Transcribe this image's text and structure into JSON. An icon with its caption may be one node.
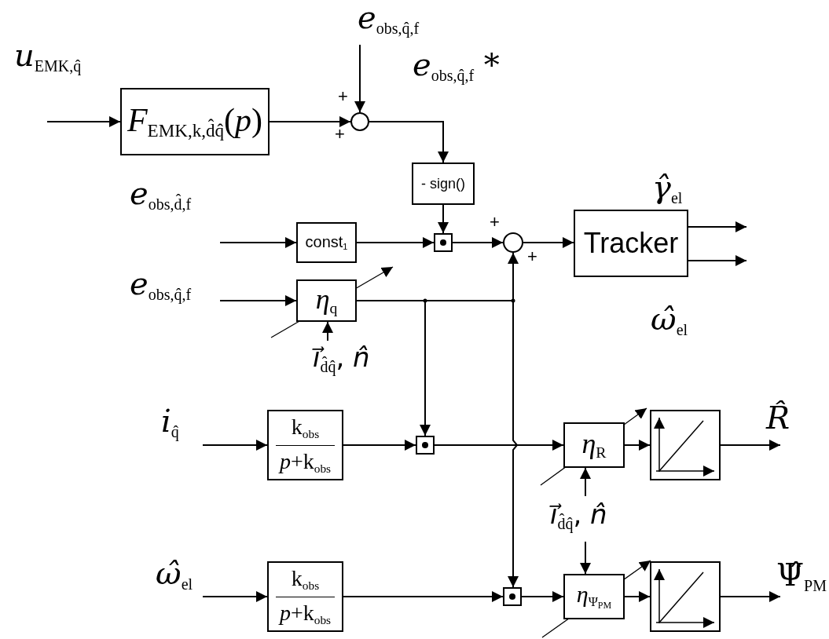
{
  "diagram": {
    "nodes": [
      {
        "text": [
          "*u*$_{EMK,q̂}$"
        ]
      },
      {
        "text": [
          "*F*$_{EMK,k,d̂q̂}$(*p*)"
        ]
      },
      {
        "text": [
          "*e*$_{obs,q̂,f}$"
        ]
      },
      {
        "text": [],
        "shape": "circle"
      },
      {
        "text": [
          "- sign()"
        ]
      },
      {
        "text": [
          "*e*$_{obs,d̂,f}$"
        ]
      },
      {
        "text": [
          "const$_{1}$"
        ]
      },
      {
        "text": [],
        "shape": "box"
      },
      {
        "text": [],
        "shape": "circle"
      },
      {
        "text": [
          "Tracker"
        ],
        "beside": [
          "*γ̂*$_{el}$",
          "*ω̂*$_{el}$"
        ]
      },
      {
        "text": [
          "*e*$_{obs,q̂,f}$"
        ]
      },
      {
        "text": [
          "*η*$_{q}$"
        ]
      },
      {
        "text": [
          "*i⃗*$_{d̂q̂}$, *n̂*"
        ]
      },
      {
        "text": [
          "*i*$_{q̂}$"
        ]
      },
      {
        "text": [
          "k$_{obs}$",
          "*p*+k$_{obs}$"
        ]
      },
      {
        "text": [],
        "shape": "box"
      },
      {
        "text": [
          "*η*$_{R}$"
        ]
      },
      {
        "text": [],
        "shape": "picture"
      },
      {
        "text": [
          "*R̂*"
        ]
      },
      {
        "text": [
          "*i⃗*$_{d̂q̂}$, *n̂*"
        ]
      },
      {
        "text": [
          "*ω̂*$_{el}$"
        ]
      },
      {
        "text": [
          "k$_{obs}$",
          "*p*+k$_{obs}$"
        ]
      },
      {
        "text": [],
        "shape": "box"
      },
      {
        "text": [
          "*η*$_{Ψ}$$_{PM}$"
        ]
      },
      {
        "text": [],
        "shape": "picture"
      },
      {
        "text": [
          "Ψ̂$_{PM}$"
        ]
      }
    ],
    "edges": [
      {
        "from": 0,
        "to": 1,
        "arrow": "to"
      },
      {
        "from": 1,
        "to": 3,
        "arrow": "to"
      },
      {
        "from": 2,
        "to": 3,
        "arrow": "to"
      },
      {
        "from": 3,
        "to": 4,
        "arrow": "to",
        "label": "*e*$_{obs,q̂,f}$ *"
      },
      {
        "from": 4,
        "to": 7,
        "arrow": "to"
      },
      {
        "from": 5,
        "to": 6,
        "arrow": "to"
      },
      {
        "from": 6,
        "to": 7,
        "arrow": "to"
      },
      {
        "from": 7,
        "to": 8,
        "arrow": "to"
      },
      {
        "from": 8,
        "to": 9,
        "arrow": "to"
      },
      {
        "from": 9,
        "to": null,
        "arrow": "to"
      },
      {
        "from": 9,
        "to": null,
        "arrow": "to"
      },
      {
        "from": 10,
        "to": 11,
        "arrow": "to"
      },
      {
        "from": 12,
        "to": 11,
        "arrow": "to"
      },
      {
        "from": 11,
        "to": 8,
        "arrow": "to"
      },
      {
        "from": 11,
        "to": 15,
        "arrow": "to"
      },
      {
        "from": 11,
        "to": 22,
        "arrow": "to"
      },
      {
        "from": 13,
        "to": 14,
        "arrow": "to"
      },
      {
        "from": 14,
        "to": 15,
        "arrow": "to"
      },
      {
        "from": 15,
        "to": 16,
        "arrow": "to"
      },
      {
        "from": 16,
        "to": 17,
        "arrow": "to"
      },
      {
        "from": 17,
        "to": 18,
        "arrow": "to"
      },
      {
        "from": 19,
        "to": 16,
        "arrow": "to"
      },
      {
        "from": 19,
        "to": 23,
        "arrow": "to"
      },
      {
        "from": 20,
        "to": 21,
        "arrow": "to"
      },
      {
        "from": 21,
        "to": 22,
        "arrow": "to"
      },
      {
        "from": 22,
        "to": 23,
        "arrow": "to"
      },
      {
        "from": 23,
        "to": 24,
        "arrow": "to"
      },
      {
        "from": 24,
        "to": 25,
        "arrow": "to"
      }
    ],
    "labels": [
      "+",
      "+",
      "+",
      "+"
    ]
  }
}
